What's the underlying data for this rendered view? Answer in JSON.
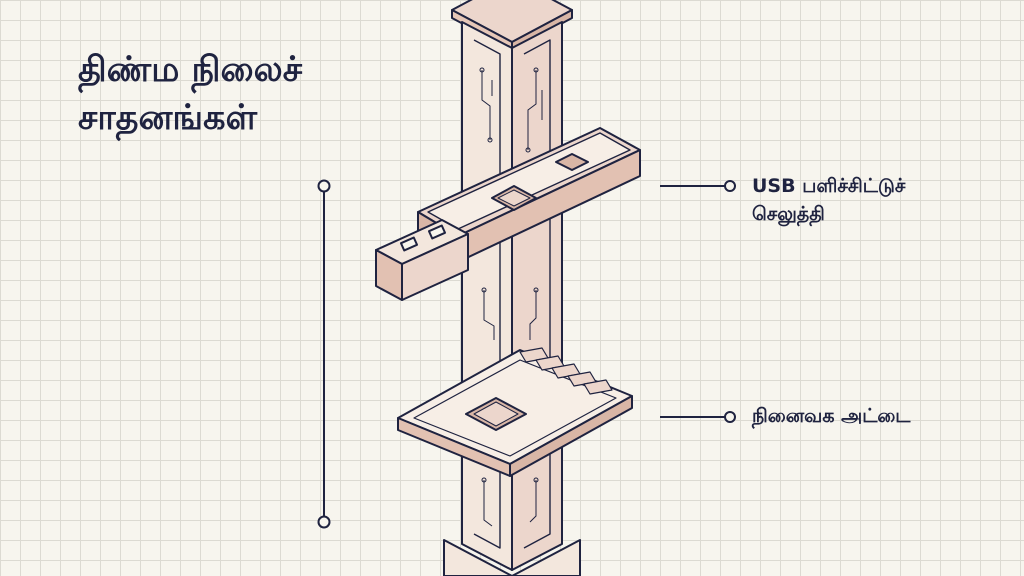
{
  "title": {
    "line1": "திண்ம நிலைச்",
    "line2": "சாதனங்கள்"
  },
  "labels": {
    "usb_line1": "USB பளிச்சிட்டுச்",
    "usb_line2": "செலுத்தி",
    "memory_card": "நினைவக அட்டை"
  },
  "colors": {
    "ink": "#1f2340",
    "accent_fill": "#ecd6cc",
    "background": "#f7f5ee",
    "grid": "#dcdad2"
  }
}
